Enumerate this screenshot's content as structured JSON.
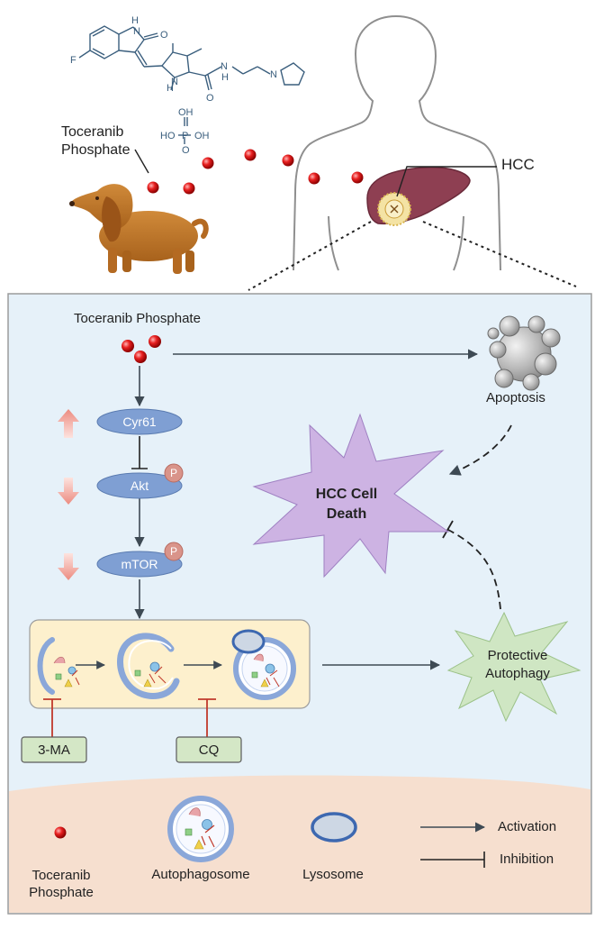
{
  "top": {
    "drug_label_line1": "Toceranib",
    "drug_label_line2": "Phosphate",
    "hcc_label": "HCC"
  },
  "panel": {
    "drug_label": "Toceranib Phosphate",
    "nodes": {
      "cyr61": "Cyr61",
      "akt": "Akt",
      "mtor": "mTOR",
      "phospho": "P"
    },
    "apoptosis": "Apoptosis",
    "cell_death_line1": "HCC Cell",
    "cell_death_line2": "Death",
    "autophagy_line1": "Protective",
    "autophagy_line2": "Autophagy",
    "inhibitors": {
      "ma": "3-MA",
      "cq": "CQ"
    }
  },
  "legend": {
    "drug_line1": "Toceranib",
    "drug_line2": "Phosphate",
    "autophagosome": "Autophagosome",
    "lysosome": "Lysosome",
    "activation": "Activation",
    "inhibition": "Inhibition"
  },
  "colors": {
    "panel_bg": "#e6f1f9",
    "legend_bg": "#f6dfcf",
    "node_fill": "#7f9fd3",
    "phospho_fill": "#d9948a",
    "autophagy_box": "#fdf0cd",
    "inhibitor_box": "#d4e7c6",
    "death_star": "#cdb3e3",
    "autophagy_star": "#cfe6c3",
    "drug_red": "#e02020"
  }
}
